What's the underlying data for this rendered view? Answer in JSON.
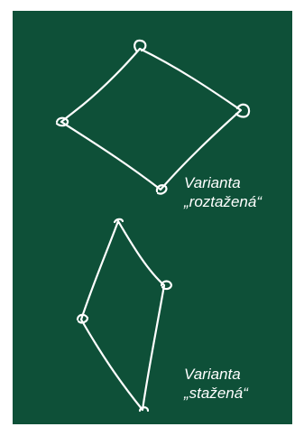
{
  "board": {
    "background_color": "#0e5038",
    "ink_color": "#ffffff"
  },
  "variants": [
    {
      "line1": "Varianta",
      "line2": "„roztažená“"
    },
    {
      "line1": "Varianta",
      "line2": "„stažená“"
    }
  ]
}
